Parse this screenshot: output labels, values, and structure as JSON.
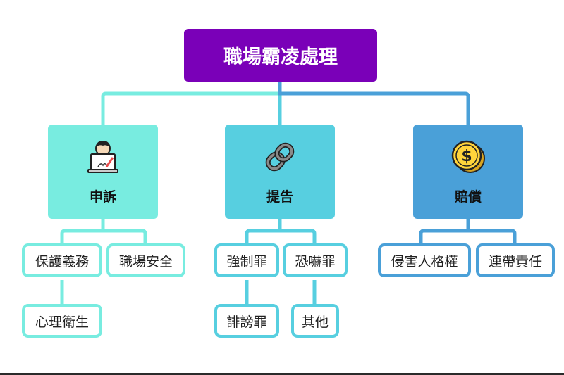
{
  "root": {
    "label": "職場霸凌處理"
  },
  "colors": {
    "root": "#7a00b8",
    "branch1": "#78ece0",
    "branch2": "#57cfe0",
    "branch3": "#4aa0d8"
  },
  "categories": [
    {
      "label": "申訴",
      "icon": "person-laptop-icon",
      "children": [
        {
          "label": "保護義務",
          "children": [
            {
              "label": "心理衛生"
            }
          ]
        },
        {
          "label": "職場安全"
        }
      ]
    },
    {
      "label": "提告",
      "icon": "chain-link-icon",
      "children": [
        {
          "label": "強制罪",
          "children": [
            {
              "label": "誹謗罪"
            }
          ]
        },
        {
          "label": "恐嚇罪",
          "children": [
            {
              "label": "其他"
            }
          ]
        }
      ]
    },
    {
      "label": "賠償",
      "icon": "dollar-coin-icon",
      "children": [
        {
          "label": "侵害人格權"
        },
        {
          "label": "連帶責任"
        }
      ]
    }
  ]
}
